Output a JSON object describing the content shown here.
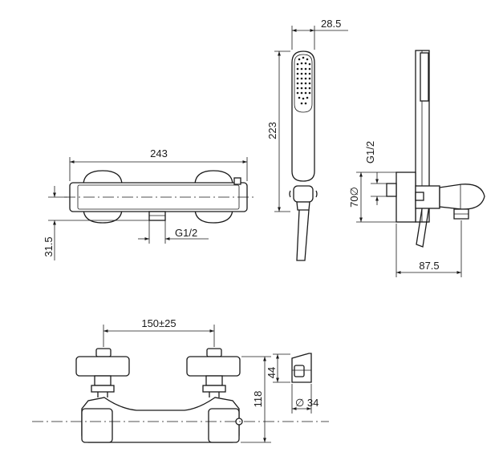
{
  "dimensions": {
    "width_243": "243",
    "handshower_width": "28.5",
    "handshower_length": "223",
    "connection_top": "G1/2",
    "connection_side": "G1/2",
    "offset_height": "31.5",
    "diameter_70": "70∅",
    "depth": "87.5",
    "center_distance": "150±25",
    "holder_height": "44",
    "holder_diameter": "∅ 34",
    "total_height": "118"
  }
}
